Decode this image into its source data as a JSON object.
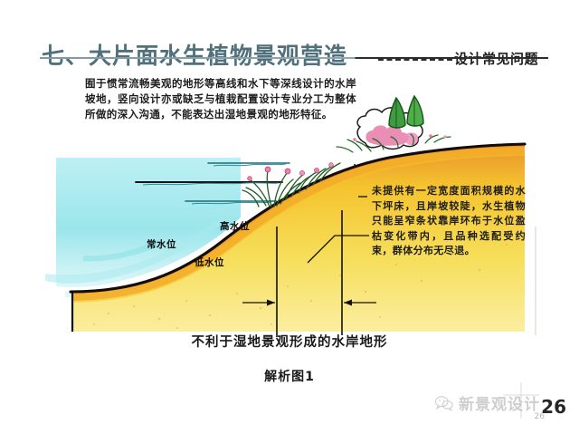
{
  "header": {
    "title": "七、大片面水生植物景观营造",
    "dash_lead": "----------",
    "subtitle": "设计常见问题"
  },
  "intro": {
    "paragraph": "囿于惯常流畅美观的地形等高线和水下等深线设计的水岸坡地，竖向设计亦或缺乏与植栽配置设计专业分工为整体所做的深入沟通，不能表达出湿地景观的地形特征。"
  },
  "diagram": {
    "water_levels": {
      "high": "高水位",
      "normal": "常水位",
      "low": "低水位"
    },
    "annotation": "未提供有一定宽度面积规模的水下坪床，且岸坡较陡，水生植物只能呈窄条状靠岸环布于水位盈枯变化带内，且品种选配受约束，群体分布无尽退。",
    "colors": {
      "water": "#9fe7ec",
      "sand": "#f2d03a",
      "sand_shade": "#ef9f3b",
      "outline": "#1a1208",
      "foliage_green": "#2f7a32",
      "blossom_pink": "#e77aa8"
    }
  },
  "captions": {
    "main": "不利于湿地景观形成的水岸地形",
    "sub": "解析图1"
  },
  "footer": {
    "watermark_text": "新景观设计",
    "watermark_icon": "wechat-icon",
    "page_number": "26",
    "page_number_faint": "26"
  }
}
